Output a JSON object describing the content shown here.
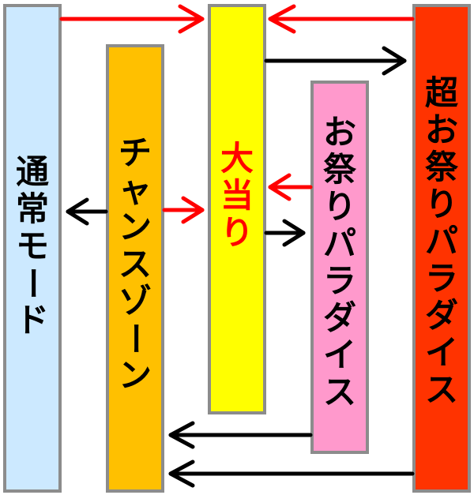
{
  "states": {
    "normal": {
      "label": "通常モード",
      "color": "#cce9ff",
      "text_color": "#000000"
    },
    "chance": {
      "label": "チャンスゾーン",
      "color": "#ffc000",
      "text_color": "#000000"
    },
    "jackpot": {
      "label": "大当り",
      "color": "#ffff00",
      "text_color": "#ff0000"
    },
    "paradise": {
      "label": "お祭りパラダイス",
      "color": "#ff99cc",
      "text_color": "#000000"
    },
    "super_paradise": {
      "label": "超お祭りパラダイス",
      "color": "#ff3300",
      "text_color": "#000000"
    }
  },
  "arrow_colors": {
    "red": "#ff0000",
    "black": "#000000"
  }
}
